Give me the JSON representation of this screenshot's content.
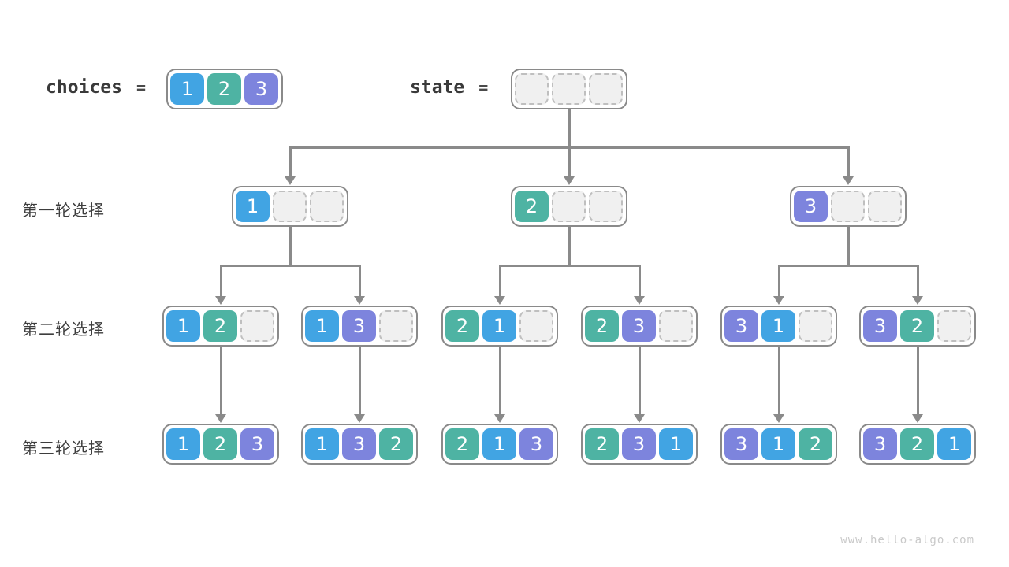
{
  "header": {
    "choices_label": "choices",
    "equals": "=",
    "choices": [
      "1",
      "2",
      "3"
    ],
    "state_label": "state",
    "state_slots": [
      "",
      "",
      ""
    ]
  },
  "rows": [
    {
      "label": "第一轮选择",
      "nodes": [
        [
          "1",
          "",
          ""
        ],
        [
          "2",
          "",
          ""
        ],
        [
          "3",
          "",
          ""
        ]
      ]
    },
    {
      "label": "第二轮选择",
      "nodes": [
        [
          "1",
          "2",
          ""
        ],
        [
          "1",
          "3",
          ""
        ],
        [
          "2",
          "1",
          ""
        ],
        [
          "2",
          "3",
          ""
        ],
        [
          "3",
          "1",
          ""
        ],
        [
          "3",
          "2",
          ""
        ]
      ]
    },
    {
      "label": "第三轮选择",
      "nodes": [
        [
          "1",
          "2",
          "3"
        ],
        [
          "1",
          "3",
          "2"
        ],
        [
          "2",
          "1",
          "3"
        ],
        [
          "2",
          "3",
          "1"
        ],
        [
          "3",
          "1",
          "2"
        ],
        [
          "3",
          "2",
          "1"
        ]
      ]
    }
  ],
  "colors": {
    "1": "#41a4e3",
    "2": "#4eb3a3",
    "3": "#7d84dd",
    "empty": "#f0f0f0",
    "line": "#8a8a8a"
  },
  "watermark": "www.hello-algo.com"
}
